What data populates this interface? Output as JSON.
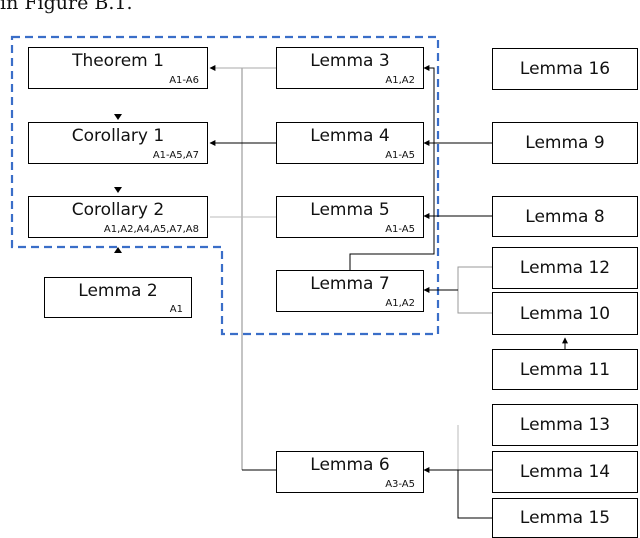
{
  "caption": "in Figure B.1.",
  "colors": {
    "dashed_region": "#3a6ec8",
    "connector": "#000000",
    "faint_connector": "#aaaaaa"
  },
  "nodes": {
    "theorem1": {
      "label": "Theorem 1",
      "assumptions": "A1-A6"
    },
    "corollary1": {
      "label": "Corollary 1",
      "assumptions": "A1-A5,A7"
    },
    "corollary2": {
      "label": "Corollary 2",
      "assumptions": "A1,A2,A4,A5,A7,A8"
    },
    "lemma2": {
      "label": "Lemma 2",
      "assumptions": "A1"
    },
    "lemma3": {
      "label": "Lemma 3",
      "assumptions": "A1,A2"
    },
    "lemma4": {
      "label": "Lemma 4",
      "assumptions": "A1-A5"
    },
    "lemma5": {
      "label": "Lemma 5",
      "assumptions": "A1-A5"
    },
    "lemma7": {
      "label": "Lemma 7",
      "assumptions": "A1,A2"
    },
    "lemma6": {
      "label": "Lemma 6",
      "assumptions": "A3-A5"
    },
    "lemma16": {
      "label": "Lemma 16"
    },
    "lemma9": {
      "label": "Lemma 9"
    },
    "lemma8": {
      "label": "Lemma 8"
    },
    "lemma12": {
      "label": "Lemma 12"
    },
    "lemma10": {
      "label": "Lemma 10"
    },
    "lemma11": {
      "label": "Lemma 11"
    },
    "lemma13": {
      "label": "Lemma 13"
    },
    "lemma14": {
      "label": "Lemma 14"
    },
    "lemma15": {
      "label": "Lemma 15"
    }
  }
}
